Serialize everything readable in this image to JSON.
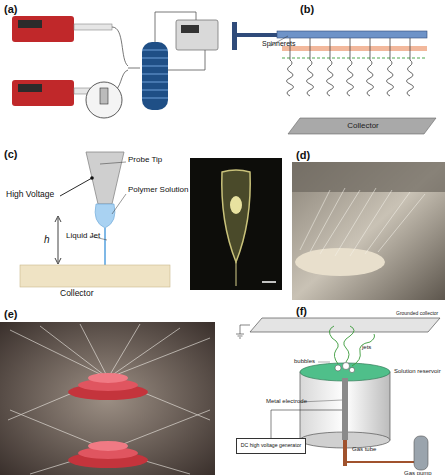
{
  "diagram": {
    "nodes": [
      {
        "text": [
          "Collector"
        ]
      },
      {
        "text": [
          "DC high voltage generator"
        ]
      }
    ],
    "labels": [
      "(a)",
      "(b)",
      "Spinnerets",
      "(c)",
      "High Voltage",
      "Probe Tip",
      "Polymer Solution",
      "h",
      "Liquid Jet",
      "Collector",
      "(d)",
      "(e)",
      "(f)",
      "Grounded collector",
      "jets",
      "bubbles",
      "Solution reservoir",
      "Metal electrode",
      "Gas tube",
      "Gas pump"
    ]
  }
}
